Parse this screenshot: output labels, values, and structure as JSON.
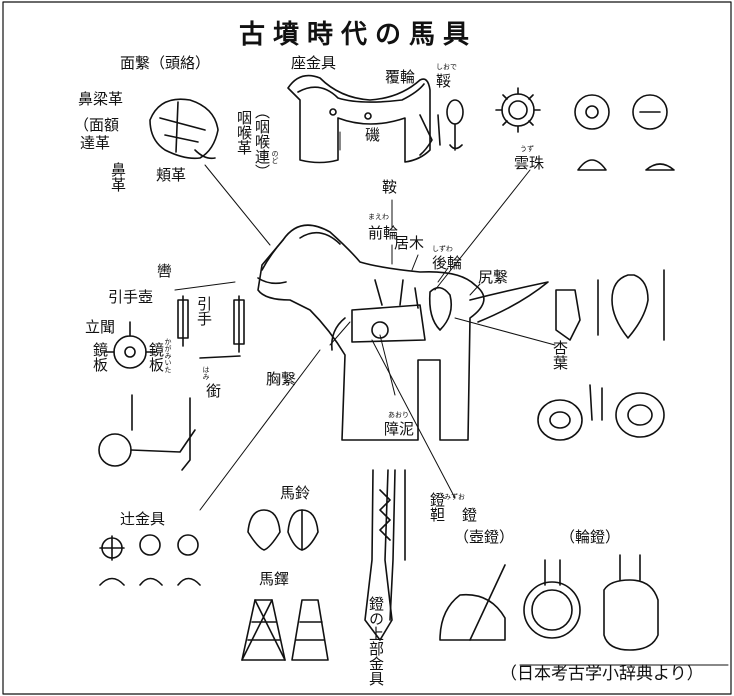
{
  "title": "古墳時代の馬具",
  "source": "（日本考古学小辞典より）",
  "labels": {
    "omogai": "面繋（頭絡）",
    "bikyoukawa": "鼻梁革",
    "menkakukawa_a": "（面額",
    "menkakukawa_b": "達革",
    "hanakawa": "鼻革",
    "hohokawa": "頬革",
    "inkourenkawa_a": "咽喉革",
    "inkourenkawa_b": "（咽喉連）",
    "inkou_ruby": "のど",
    "zakanagu": "座金具",
    "fukurin": "覆輪",
    "kura_ruby_top": "しおで",
    "shiode": "鞖",
    "iso": "磯",
    "unju": "雲珠",
    "unju_ruby": "うず",
    "kura": "鞍",
    "maewa": "前輪",
    "maewa_ruby": "まえわ",
    "igi": "居木",
    "shizuwa": "後輪",
    "shizuwa_ruby": "しずわ",
    "shirigai": "尻繋",
    "kutsuwa": "轡",
    "hikitetsubo": "引手壺",
    "hikite": "引手",
    "tachigiki": "立聞",
    "kagamiita_a": "鏡板",
    "kagamiita_b": "鏡板",
    "kagamiita_ruby": "かがみいた",
    "hami": "銜",
    "hami_ruby": "はみ",
    "munagai": "胸繋",
    "gyouyou": "杏葉",
    "aori": "障泥",
    "aori_ruby": "あおり",
    "bakei": "馬鈴",
    "tsujikanagu": "辻金具",
    "bataku": "馬鐸",
    "abumi_jouhu": "鐙の上部金具",
    "mizuo": "鐙靼",
    "mizuo_ruby": "みずお",
    "abumi": "鐙",
    "tsuboabumi": "（壺鐙）",
    "wa_abumi": "（輪鐙）"
  }
}
